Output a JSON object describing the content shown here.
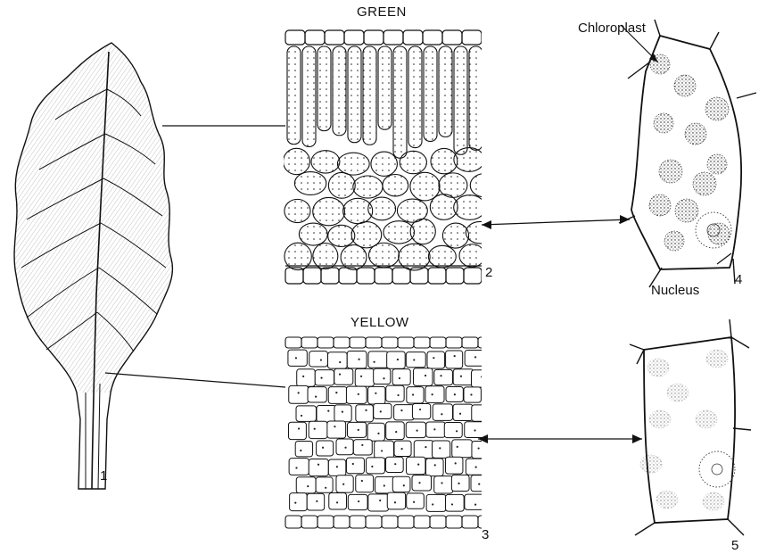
{
  "labels": {
    "green_title": "GREEN",
    "yellow_title": "YELLOW",
    "chloroplast": "Chloroplast",
    "nucleus": "Nucleus",
    "fig1": "1",
    "fig2": "2",
    "fig3": "3",
    "fig4": "4",
    "fig5": "5"
  },
  "colors": {
    "ink": "#111111",
    "paper": "#ffffff"
  },
  "panels": [
    {
      "id": "leaf",
      "number": "1"
    },
    {
      "id": "green-section",
      "number": "2",
      "title": "GREEN"
    },
    {
      "id": "yellow-section",
      "number": "3",
      "title": "YELLOW"
    },
    {
      "id": "green-cell",
      "number": "4"
    },
    {
      "id": "yellow-cell",
      "number": "5"
    }
  ]
}
